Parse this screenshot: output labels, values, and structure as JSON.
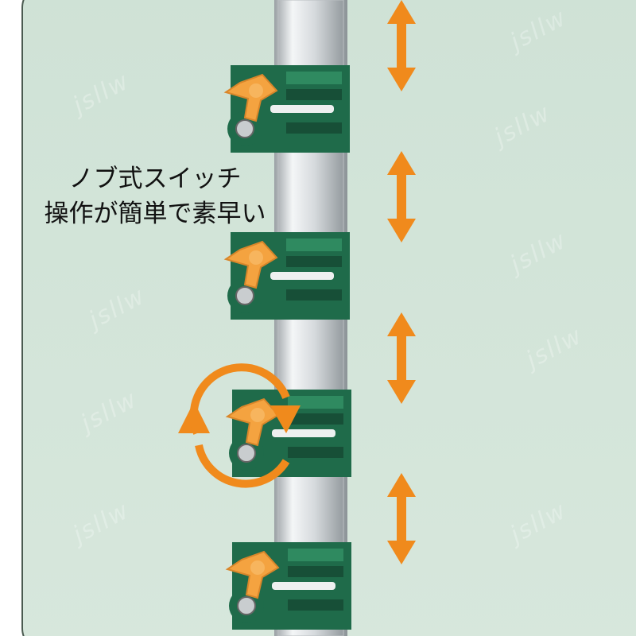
{
  "caption": {
    "line1": "ノブ式スイッチ",
    "line2": "操作が簡単で素早い"
  },
  "watermark": "jsllw",
  "colors": {
    "background": "#d3e4d8",
    "clamp": "#1f6b4a",
    "knob": "#f4a340",
    "arrow": "#f08a1c",
    "pole": "#d9dde0"
  },
  "icons": [
    "up-down-arrow-icon",
    "rotate-arrow-icon"
  ]
}
